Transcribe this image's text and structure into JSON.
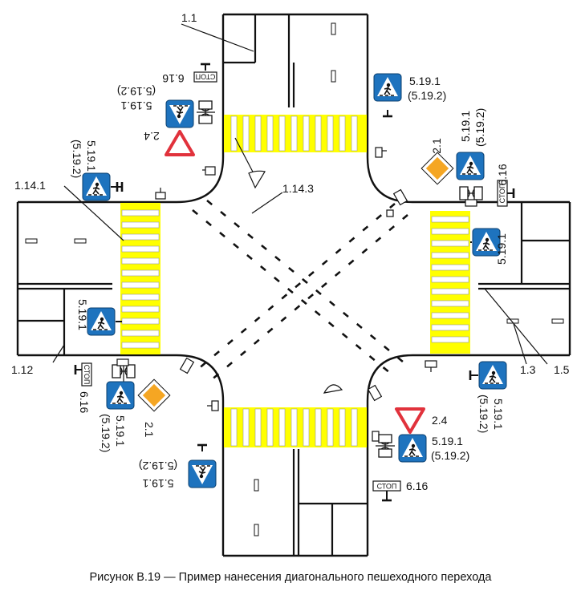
{
  "diagram": {
    "caption": "Рисунок В.19 — Пример нанесения диагонального пешеходного перехода",
    "colors": {
      "crosswalk_yellow": "#ffff00",
      "sign_blue": "#1e73be",
      "sign_red": "#e1323c",
      "priority_yellow": "#f5a623",
      "road_line": "#111111"
    },
    "marking_labels": {
      "m_1_1": "1.1",
      "m_1_14_1": "1.14.1",
      "m_1_14_3": "1.14.3",
      "m_1_12": "1.12",
      "m_1_3": "1.3",
      "m_1_5": "1.5"
    },
    "signs": {
      "nw": {
        "crossing_code": "5.19.1",
        "crossing_alt": "(5.19.2)",
        "stop_code": "6.16",
        "stop_text": "СТОП",
        "yield_code": "2.4"
      },
      "w_sign": {
        "crossing_code": "5.19.1",
        "crossing_alt": "(5.19.2)"
      },
      "w_lane": {
        "crossing_code": "5.19.1"
      },
      "sw": {
        "stop_code": "6.16",
        "stop_text": "СТОП",
        "priority_code": "2.1",
        "crossing_code": "5.19.1",
        "crossing_alt": "(5.19.2)"
      },
      "s_bottom": {
        "crossing_code": "5.19.1",
        "crossing_alt": "(5.19.2)"
      },
      "se": {
        "yield_code": "2.4",
        "crossing_code": "5.19.1",
        "crossing_alt": "(5.19.2)",
        "stop_text": "СТОП",
        "stop_code": "6.16"
      },
      "e_lane": {
        "crossing_code": "5.19.1",
        "crossing_alt": "(5.19.2)"
      },
      "ne": {
        "priority_code": "2.1",
        "crossing_code": "5.19.1",
        "crossing_alt": "(5.19.2)",
        "stop_text": "СТОП",
        "stop_code": "6.16"
      },
      "e_right": {
        "crossing_code": "5.19.1"
      },
      "n_right": {
        "crossing_code": "5.19.1",
        "crossing_alt": "(5.19.2)"
      }
    }
  }
}
